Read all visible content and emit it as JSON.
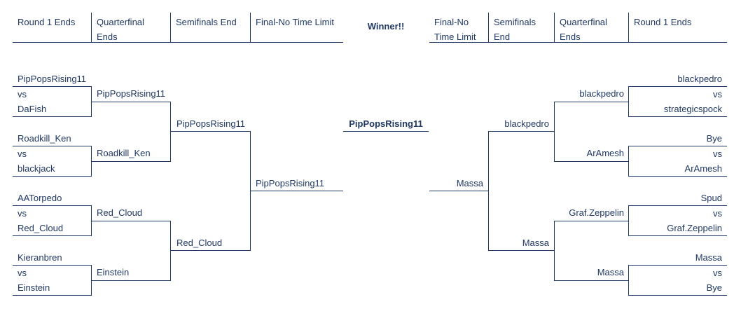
{
  "headers": {
    "left": [
      "Round 1 Ends",
      "Quarterfinal Ends",
      "Semifinals End",
      "Final-No Time Limit"
    ],
    "winner": "Winner!!",
    "right": [
      "Final-No Time Limit",
      "Semifinals End",
      "Quarterfinal Ends",
      "Round 1 Ends"
    ]
  },
  "left": {
    "round1": [
      {
        "top": "PipPopsRising11",
        "vs": "vs",
        "bottom": "DaFish"
      },
      {
        "top": "Roadkill_Ken",
        "vs": "vs",
        "bottom": "blackjack"
      },
      {
        "top": "AATorpedo",
        "vs": "vs",
        "bottom": "Red_Cloud"
      },
      {
        "top": "Kieranbren",
        "vs": "vs",
        "bottom": "Einstein"
      }
    ],
    "quarterfinals": [
      "PipPopsRising11",
      "Roadkill_Ken",
      "Red_Cloud",
      "Einstein"
    ],
    "semifinals": [
      "PipPopsRising11",
      "Red_Cloud"
    ],
    "final": "PipPopsRising11"
  },
  "winner": "PipPopsRising11",
  "right": {
    "round1": [
      {
        "top": "blackpedro",
        "vs": "vs",
        "bottom": "strategicspock"
      },
      {
        "top": "Bye",
        "vs": "vs",
        "bottom": "ArAmesh"
      },
      {
        "top": "Spud",
        "vs": "vs",
        "bottom": "Graf.Zeppelin"
      },
      {
        "top": "Massa",
        "vs": "vs",
        "bottom": "Bye"
      }
    ],
    "quarterfinals": [
      "blackpedro",
      "ArAmesh",
      "Graf.Zeppelin",
      "Massa"
    ],
    "semifinals": [
      "blackpedro",
      "Massa"
    ],
    "final": "Massa"
  }
}
